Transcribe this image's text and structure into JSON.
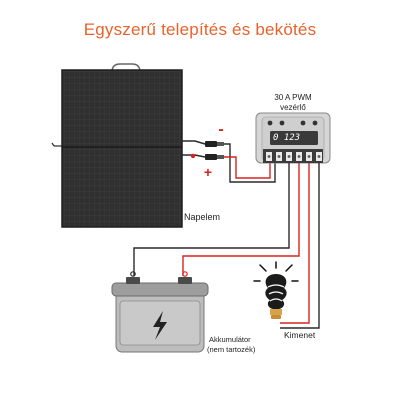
{
  "title": "Egyszerű telepítés és bekötés",
  "labels": {
    "controller_line1": "30 A PWM",
    "controller_line2": "vezérlő",
    "controller_display": "0 123",
    "panel": "Napelem",
    "battery_line1": "Akkumulátor",
    "battery_line2": "(nem tartozék)",
    "output": "Kimenet",
    "minus": "-",
    "plus": "+"
  },
  "colors": {
    "title": "#e8622c",
    "wire_red": "#d8231f",
    "wire_black": "#2a2a2a",
    "panel_dark": "#2e2e2e",
    "battery_gray": "#bcbcbc"
  }
}
